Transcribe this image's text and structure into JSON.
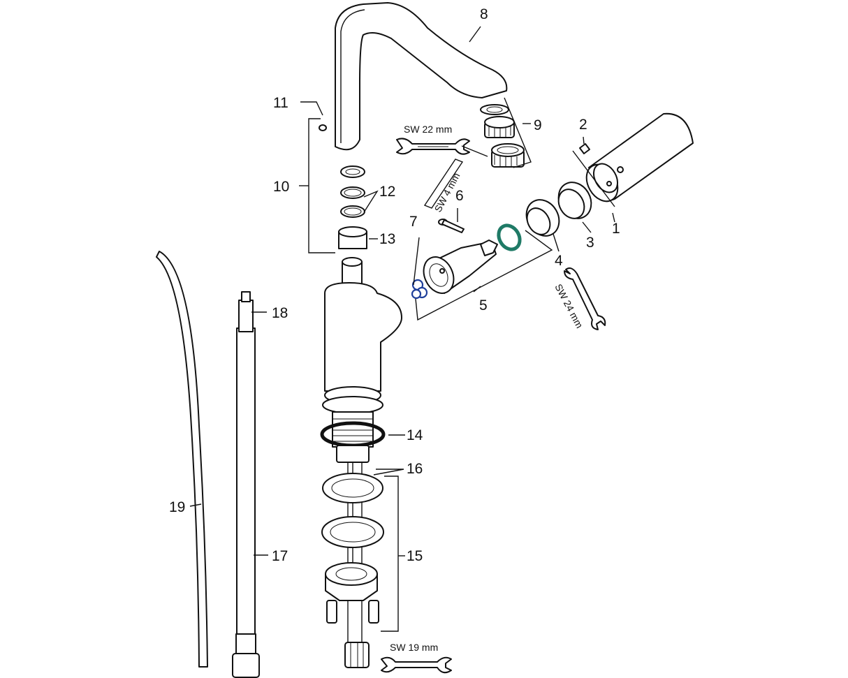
{
  "labels": {
    "p1": "1",
    "p2": "2",
    "p3": "3",
    "p4": "4",
    "p5": "5",
    "p6": "6",
    "p7": "7",
    "p8": "8",
    "p9": "9",
    "p10": "10",
    "p11": "11",
    "p12": "12",
    "p13": "13",
    "p14": "14",
    "p15": "15",
    "p16": "16",
    "p17": "17",
    "p18": "18",
    "p19": "19"
  },
  "wrenches": {
    "sw22": "SW 22 mm",
    "sw4": "SW 4 mm",
    "sw24": "SW 24 mm",
    "sw19": "SW 19 mm"
  },
  "colors": {
    "line": "#111111",
    "o_ring_blue": "#1f3f9a",
    "ring_green": "#1f7a66"
  }
}
